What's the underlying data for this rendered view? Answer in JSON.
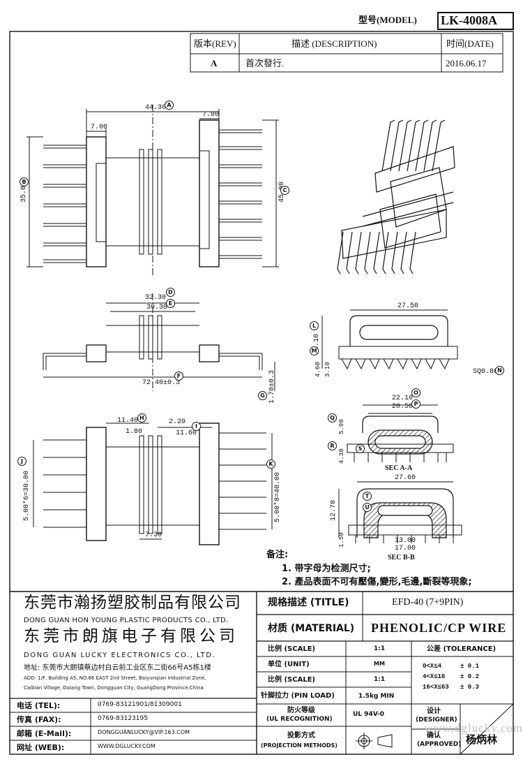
{
  "header": {
    "model_label": "型号(MODEL)",
    "model_value": "LK-4008A"
  },
  "revision": {
    "col_rev": "版本(REV)",
    "col_desc": "描述 (DESCRIPTION)",
    "col_date": "时间(DATE)",
    "rev": "A",
    "desc": "首次發行.",
    "date": "2016.06.17"
  },
  "dimensions": {
    "d_44_30": "44.30",
    "d_7_00_a": "7.00",
    "d_7_00_b": "7.00",
    "d_35_00": "35.00",
    "d_45_00": "45.00",
    "d_32_30": "32.30",
    "d_30_30": "30.30",
    "d_72_40": "72.40±0.3",
    "d_1_70": "1.70±0.3",
    "d_11_40": "11.40",
    "d_2_20": "2.20",
    "d_1_80": "1.80",
    "d_11_60": "11.60",
    "d_7_30": "7.30",
    "d_5_00_30": "5.00*6=30.00",
    "d_5_00_40": "5.00*8=40.00",
    "d_27_50": "27.50",
    "d_13_10": "13.10",
    "d_4_60": "4.60",
    "d_3_10": "3.10",
    "d_sq": "SQ0.80",
    "d_22_10": "22.10",
    "d_20_50": "20.50",
    "d_5_90": "5.90",
    "d_4_30": "4.30",
    "d_27_60": "27.60",
    "d_12_70": "12.70",
    "d_1_50": "1.50",
    "d_13_00": "13.00",
    "d_17_00": "17.00"
  },
  "markers": [
    "A",
    "B",
    "C",
    "D",
    "E",
    "F",
    "G",
    "H",
    "I",
    "J",
    "K",
    "L",
    "M",
    "N",
    "O",
    "P",
    "Q",
    "R",
    "S",
    "T",
    "U"
  ],
  "section_labels": {
    "sec_aa": "SEC A-A",
    "sec_bb": "SEC B-B"
  },
  "notes": {
    "title": "备注:",
    "line1": "1. 带字母为检测尺寸;",
    "line2": "2. 產品表面不可有壓傷,變形,毛邊,斷裂等現象;"
  },
  "company": {
    "name_cn_1": "东莞市瀚扬塑胶制品有限公司",
    "name_en_1": "DONG GUAN HON YOUNG PLASTIC PRODUCTS CO., LTD.",
    "name_cn_2": "东莞市朗旗电子有限公司",
    "name_en_2": "DONG GUAN LUCKY ELECTRONICS CO., LTD.",
    "addr_cn": "地址: 东莞市大朗镇蔡边村白云前工业区东二街66号A5栋1楼",
    "addr_en_1": "ADD: 1/F, Building A5, NO.66 EAST 2nd Street, Baiyunqian Industrial Zone,",
    "addr_en_2": "Caibian Village, Dalang Town, Dongguan City, GuangDong Province,China"
  },
  "contact": {
    "tel_label": "电话 (TEL):",
    "tel_value": "0769-83121901/81309001",
    "fax_label": "传真 (FAX):",
    "fax_value": "0769-83123195",
    "email_label": "邮箱 (E-Mail):",
    "email_value": "DONGGUANLUCKY@VIP.163.COM",
    "web_label": "网址 (WEB):",
    "web_value": "WWW.DGLUCKY.COM"
  },
  "spec": {
    "title_label": "规格描述 (TITLE)",
    "title_value": "EFD-40 (7+9PIN)",
    "material_label": "材质 (MATERIAL)",
    "material_value": "PHENOLIC/CP WIRE",
    "scale_label_1": "比例 (SCALE)",
    "scale_value_1": "1:1",
    "unit_label": "单位 (UNIT)",
    "unit_value": "MM",
    "scale_label_2": "比例 (SCALE)",
    "scale_value_2": "1:1",
    "pin_load_label": "针脚拉力 (PIN LOAD)",
    "pin_load_value": "1.5kg MIN",
    "ul_label_1": "防火等级",
    "ul_label_2": "(UL RECOGNITION)",
    "ul_value": "UL 94V-0",
    "proj_label_1": "投影方式",
    "proj_label_2": "(PROJECTION METHODS)",
    "tolerance_label": "公差 (TOLERANCE)",
    "tol_1": "0<X≤4     ± 0.1",
    "tol_2": "4<X≤16    ± 0.2",
    "tol_3": "16<X≤63   ± 0.3",
    "designer_label_1": "设计",
    "designer_label_2": "(DESIGNER)",
    "approved_label_1": "确认",
    "approved_label_2": "(APPROVED)",
    "approver": "杨炳林",
    "watermark": "www.dglucky.com"
  },
  "colors": {
    "ink": "#111111",
    "hatch": "#444444",
    "watermark": "#bfbfbf"
  }
}
